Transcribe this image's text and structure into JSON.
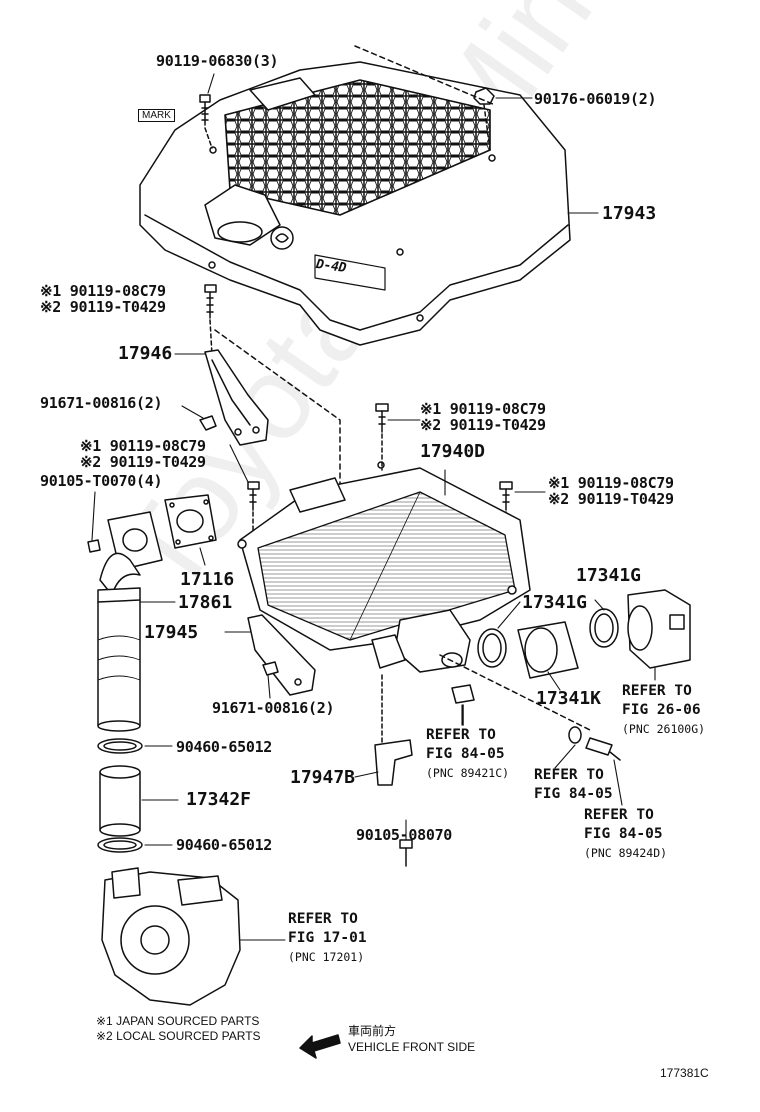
{
  "watermark": "ToyotaCarMine.ru",
  "parts": {
    "p1": "90119-06830(3)",
    "p2": "90176-06019(2)",
    "p3": "17943",
    "p4a": "※1 90119-08C79",
    "p4b": "※2 90119-T0429",
    "p5": "17946",
    "p6": "91671-00816(2)",
    "p7a": "※1 90119-08C79",
    "p7b": "※2 90119-T0429",
    "p8a": "※1 90119-08C79",
    "p8b": "※2 90119-T0429",
    "p9": "90105-T0070(4)",
    "p10": "17940D",
    "p11a": "※1 90119-08C79",
    "p11b": "※2 90119-T0429",
    "p12": "17116",
    "p13": "17861",
    "p14": "17945",
    "p15": "17341G",
    "p16": "17341G",
    "p17": "17341K",
    "p18": "91671-00816(2)",
    "p19": "90460-65012",
    "p20": "17947B",
    "p21": "17342F",
    "p22": "90105-08070",
    "p23": "90460-65012"
  },
  "refs": {
    "r1": {
      "line1": "REFER TO",
      "line2": "FIG 84-05",
      "pnc": "(PNC 89421C)"
    },
    "r2": {
      "line1": "REFER TO",
      "line2": "FIG 84-05"
    },
    "r3": {
      "line1": "REFER TO",
      "line2": "FIG 84-05",
      "pnc": "(PNC 89424D)"
    },
    "r4": {
      "line1": "REFER TO",
      "line2": "FIG 26-06",
      "pnc": "(PNC 26100G)"
    },
    "r5": {
      "line1": "REFER TO",
      "line2": "FIG 17-01",
      "pnc": "(PNC 17201)"
    }
  },
  "mark_label": "MARK",
  "cover_logo": "D-4D",
  "notes": {
    "n1": "※1 JAPAN SOURCED PARTS",
    "n2": "※2 LOCAL SOURCED PARTS"
  },
  "direction": {
    "jp": "車両前方",
    "en": "VEHICLE FRONT SIDE"
  },
  "figure_code": "177381C"
}
